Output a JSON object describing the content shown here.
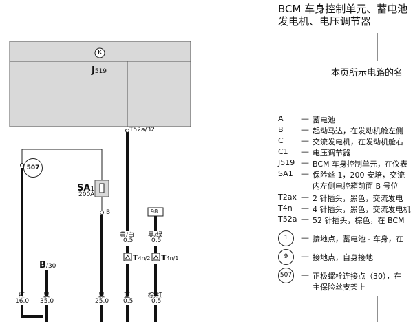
{
  "header": {
    "title_line1": "BCM 车身控制单元、蓄电池",
    "title_line2": "发电机、电压调节器",
    "page_caption": "本页所示电路的名"
  },
  "diagram": {
    "control_unit": {
      "symbol": "K",
      "label": "J",
      "label_sub": "519"
    },
    "connector_label": "T52a/32",
    "ground_badge": "507",
    "fuse": {
      "label": "SA",
      "label_sub": "1",
      "rating": "200A",
      "pin": "B"
    },
    "small_box": "98",
    "terminal_b30": {
      "label": "B",
      "label_sub": "/30"
    },
    "wires": [
      {
        "color_name": "黄/白",
        "gauge": "0.5"
      },
      {
        "color_name": "黑/绿",
        "gauge": "0.5"
      }
    ],
    "connectors_t4n": [
      {
        "label": "T",
        "label_sub": "4n/2"
      },
      {
        "label": "T",
        "label_sub": "4n/1"
      }
    ],
    "bottom_wires": [
      {
        "color_name": "红",
        "gauge": "16.0"
      },
      {
        "color_name": "黑",
        "gauge": "35.0"
      },
      {
        "color_name": "黑",
        "gauge": "25.0"
      },
      {
        "color_name": "蓝",
        "gauge": "0.5"
      },
      {
        "color_name": "棕/红",
        "gauge": "0.5"
      }
    ]
  },
  "legend": [
    {
      "code": "A",
      "desc": "蓄电池"
    },
    {
      "code": "B",
      "desc": "起动马达，在发动机舱左侧"
    },
    {
      "code": "C",
      "desc": "交流发电机，在发动机舱右"
    },
    {
      "code": "C1",
      "desc": "电压调节器"
    },
    {
      "code": "J519",
      "desc": "BCM 车身控制单元，在仪表"
    },
    {
      "code": "SA1",
      "desc": "保险丝 1，200 安培，交流",
      "desc2": "内左侧电控箱前面 B 号位"
    },
    {
      "code": "T2ax",
      "desc": "2 针插头，黑色，交流发电"
    },
    {
      "code": "T4n",
      "desc": "4 针插头，黑色，交流发电机"
    },
    {
      "code": "T52a",
      "desc": "52 针插头，棕色，在 BCM"
    }
  ],
  "legend_circles": [
    {
      "code": "1",
      "desc": "接地点，蓄电池 - 车身，在"
    },
    {
      "code": "9",
      "desc": "接地点，自身接地"
    },
    {
      "code": "507",
      "desc": "正极螺栓连接点（30），在",
      "desc2": "主保险丝支架上"
    }
  ]
}
